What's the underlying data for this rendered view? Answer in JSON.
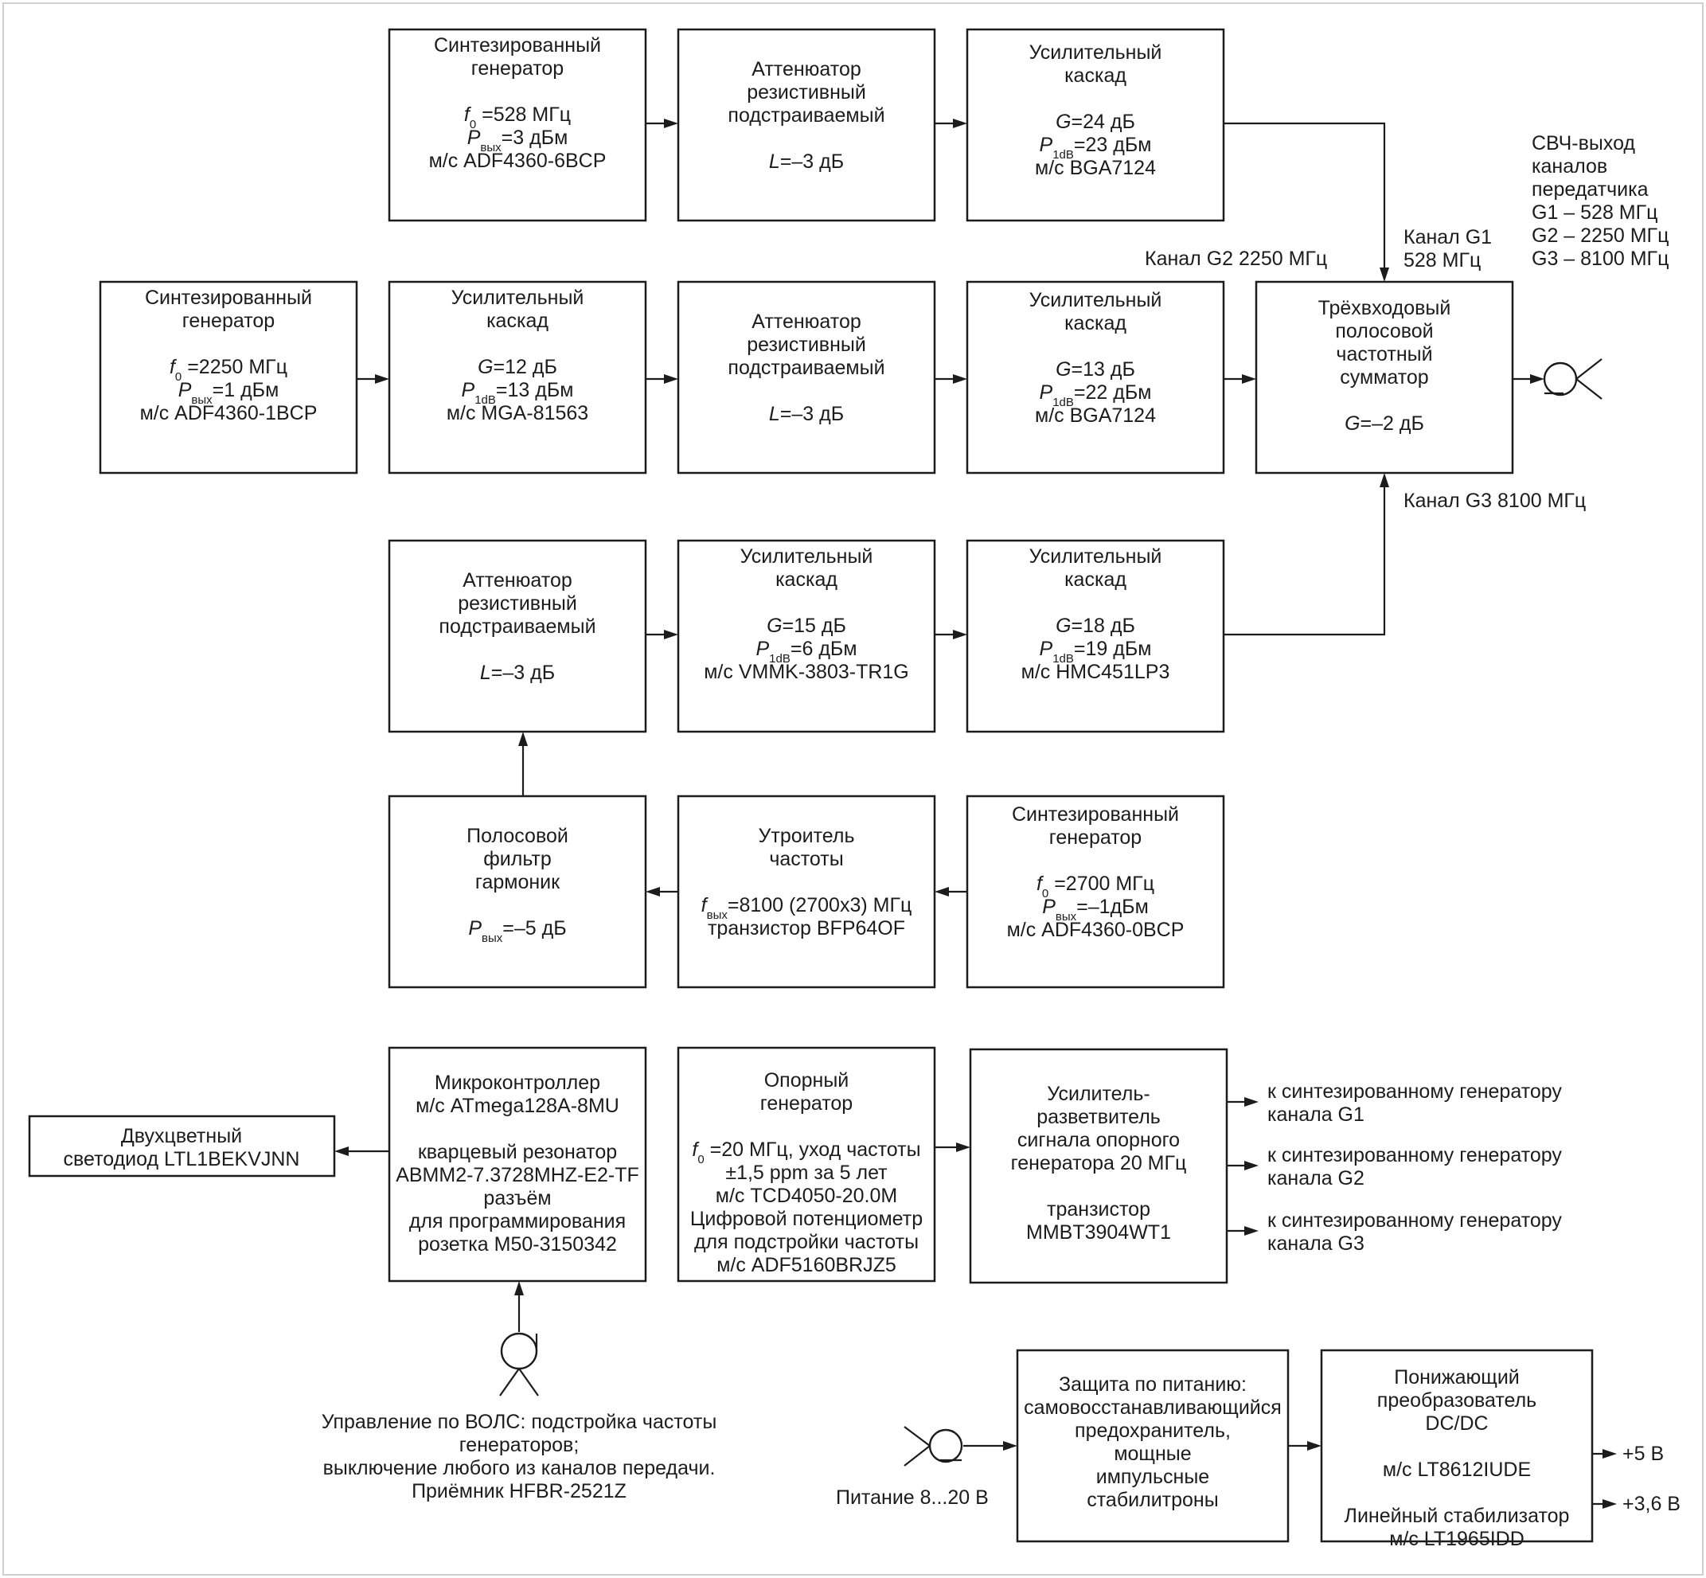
{
  "blocks": {
    "g1_synth": [
      "Синтезированный",
      "генератор",
      "",
      "f|0| =528 МГц",
      "P|вых|=3 дБм",
      "м/с ADF4360-6BCP"
    ],
    "g1_atten": [
      "Аттенюатор",
      "резистивный",
      "подстраиваемый",
      "",
      "L=–3 дБ"
    ],
    "g1_amp": [
      "Усилительный",
      "каскад",
      "",
      "G=24 дБ",
      "P|1dB|=23 дБм",
      "м/с BGA7124"
    ],
    "g2_synth": [
      "Синтезированный",
      "генератор",
      "",
      "f|0| =2250 МГц",
      "P|вых|=1 дБм",
      "м/с ADF4360-1BCP"
    ],
    "g2_amp1": [
      "Усилительный",
      "каскад",
      "",
      "G=12 дБ",
      "P|1dB|=13 дБм",
      "м/с MGA-81563"
    ],
    "g2_atten": [
      "Аттенюатор",
      "резистивный",
      "подстраиваемый",
      "",
      "L=–3 дБ"
    ],
    "g2_amp2": [
      "Усилительный",
      "каскад",
      "",
      "G=13 дБ",
      "P|1dB|=22 дБм",
      "м/с BGA7124"
    ],
    "combiner": [
      "Трёхвходовый",
      "полосовой",
      "частотный",
      "сумматор",
      "",
      "G=–2 дБ"
    ],
    "g3_atten": [
      "Аттенюатор",
      "резистивный",
      "подстраиваемый",
      "",
      "L=–3 дБ"
    ],
    "g3_amp1": [
      "Усилительный",
      "каскад",
      "",
      "G=15 дБ",
      "P|1dB|=6 дБм",
      "м/с VMMK-3803-TR1G"
    ],
    "g3_amp2": [
      "Усилительный",
      "каскад",
      "",
      "G=18 дБ",
      "P|1dB|=19 дБм",
      "м/с HMC451LP3"
    ],
    "g3_filter": [
      "Полосовой",
      "фильтр",
      "гармоник",
      "",
      "P|вых|=–5 дБ"
    ],
    "g3_tripler": [
      "Утроитель",
      "частоты",
      "",
      "f|вых|=8100 (2700x3) МГц",
      "транзистор BFP64OF"
    ],
    "g3_synth": [
      "Синтезированный",
      "генератор",
      "",
      "f|0| =2700 МГц",
      "P|вых|=–1дБм",
      "м/с ADF4360-0BCP"
    ],
    "mcu": [
      "Микроконтроллер",
      "м/с ATmega128A-8MU",
      "",
      "кварцевый резонатор",
      "ABMM2-7.3728MHZ-E2-TF",
      "разъём",
      "для программирования",
      "розетка M50-3150342"
    ],
    "ref_gen": [
      "Опорный",
      "генератор",
      "",
      "f|0| =20 МГц, уход частоты",
      "±1,5 ppm за 5 лет",
      "м/с TCD4050-20.0M",
      "Цифровой потенциометр",
      "для подстройки частоты",
      "м/с ADF5160BRJZ5"
    ],
    "splitter": [
      "Усилитель-",
      "разветвитель",
      "сигнала опорного",
      "генератора 20 МГц",
      "",
      "транзистор",
      "MMBT3904WT1"
    ],
    "led": [
      "Двухцветный",
      "светодиод LTL1BEKVJNN"
    ],
    "protection": [
      "Защита по питанию:",
      "самовосстанавливающийся",
      "предохранитель,",
      "мощные",
      "импульсные",
      "стабилитроны"
    ],
    "dcdc": [
      "Понижающий",
      "преобразователь",
      "DC/DC",
      "",
      "м/с LT8612IUDE",
      "",
      "Линейный стабилизатор",
      "м/с LT1965IDD"
    ]
  },
  "labels": {
    "ch_g1": [
      "Канал G1",
      "528 МГц"
    ],
    "ch_g2": [
      "Канал G2 2250 МГц"
    ],
    "ch_g3": [
      "Канал G3 8100 МГц"
    ],
    "rf_out": [
      "СВЧ-выход",
      "каналов",
      "передатчика",
      "G1 – 528 МГц",
      "G2 – 2250 МГц",
      "G3 – 8100 МГц"
    ],
    "to_g1": [
      "к синтезированному генератору",
      "канала G1"
    ],
    "to_g2": [
      "к синтезированному генератору",
      "канала G2"
    ],
    "to_g3": [
      "к синтезированному генератору",
      "канала G3"
    ],
    "fiber": [
      "Управление по ВОЛС: подстройка частоты",
      "генераторов;",
      "выключение любого из каналов передачи.",
      "Приёмник HFBR-2521Z"
    ],
    "power_in": [
      "Питание 8...20 В"
    ],
    "out_5v": [
      "+5 В"
    ],
    "out_36v": [
      "+3,6 В"
    ]
  },
  "symbols": {
    "rf_output": "antenna-connector-icon",
    "fiber_receiver": "optical-receiver-icon",
    "power_input": "power-connector-icon"
  }
}
